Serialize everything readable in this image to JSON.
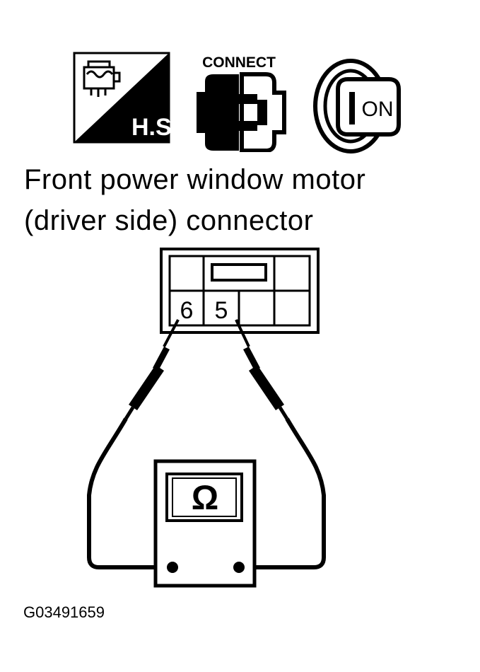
{
  "icons": {
    "harness_sensor": {
      "icon": "hs-harness-sensor-icon",
      "label": "H.S."
    },
    "connect": {
      "icon": "connector-plug-icon",
      "label": "CONNECT"
    },
    "ignition": {
      "icon": "ignition-key-icon",
      "label": "ON"
    }
  },
  "title": {
    "line1": "Front power window motor",
    "line2": "(driver side) connector"
  },
  "connector": {
    "terminals": [
      "6",
      "5"
    ]
  },
  "meter": {
    "icon": "ohm-symbol",
    "symbol": "Ω"
  },
  "figure_code": "G03491659"
}
